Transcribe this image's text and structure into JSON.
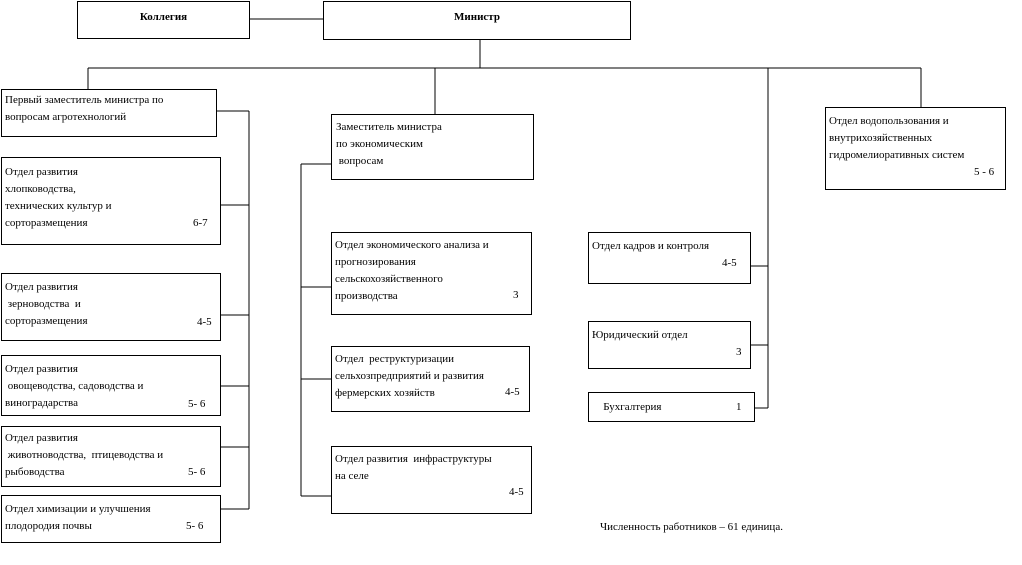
{
  "top": {
    "collegium": "Коллегия",
    "minister": "Министр"
  },
  "first_deputy": {
    "title": "Первый заместитель министра по\nвопросам агротехнологий",
    "departments": [
      {
        "name": "Отдел развития\nхлопководства,\nтехнических культур и\nсорторазмещения",
        "staff": "6-7"
      },
      {
        "name": "Отдел развития\n зерноводства  и\nсорторазмещения",
        "staff": "4-5"
      },
      {
        "name": "Отдел развития\n овощеводства, садоводства и\nвиноградарства",
        "staff": "5- 6"
      },
      {
        "name": "Отдел развития\n животноводства,  птицеводства и\nрыбоводства",
        "staff": "5- 6"
      },
      {
        "name": "Отдел химизации и улучшения\nплодородия почвы",
        "staff": "5- 6"
      }
    ]
  },
  "deputy_economic": {
    "title": "Заместитель министра\nпо экономическим\n вопросам",
    "departments": [
      {
        "name": "Отдел экономического анализа и\nпрогнозирования\nсельскохозяйственного\nпроизводства",
        "staff": "3"
      },
      {
        "name": "Отдел  реструктуризации\nсельхозпредприятий и развития\nфермерских хозяйств",
        "staff": "4-5"
      },
      {
        "name": "Отдел развития  инфраструктуры\nна селе",
        "staff": "4-5"
      }
    ]
  },
  "direct_units": [
    {
      "name": "Отдел кадров и контроля",
      "staff": "4-5"
    },
    {
      "name": "Юридический отдел",
      "staff": "3"
    },
    {
      "name": "   Бухгалтерия",
      "staff": "1"
    }
  ],
  "water_dept": {
    "name": "Отдел водопользования и\nвнутрихозяйственных\nгидромелиоративных систем",
    "staff": "5 - 6"
  },
  "footer": "Численность работников – 61 единица."
}
